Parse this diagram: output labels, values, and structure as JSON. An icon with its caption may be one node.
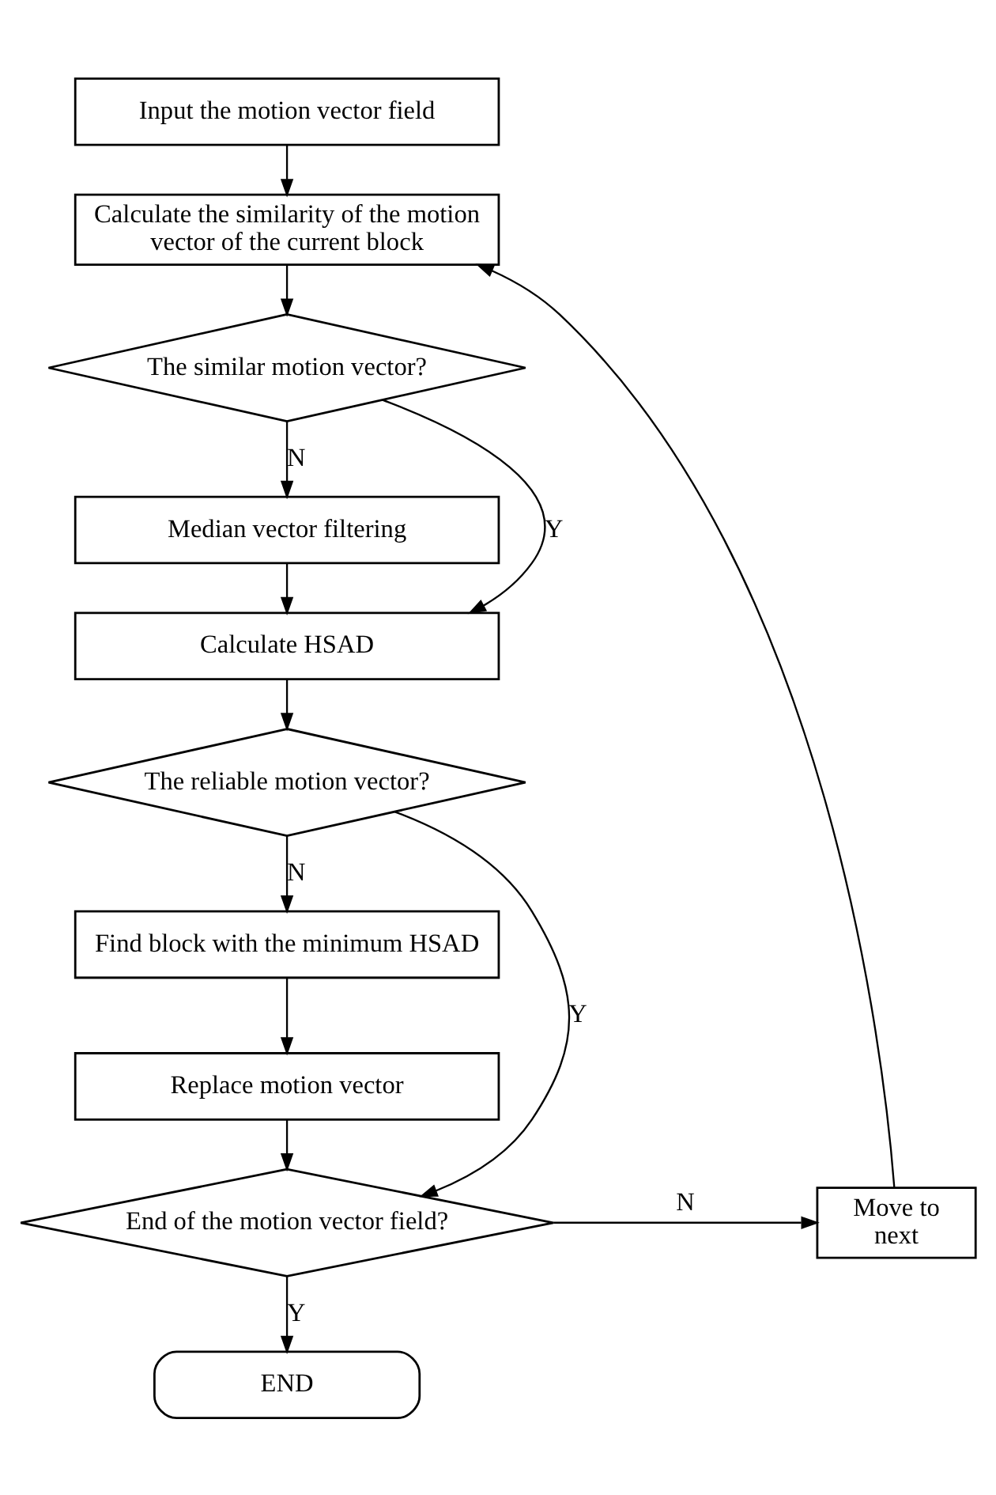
{
  "diagram": {
    "nodes": [
      {
        "text": [
          "Input the motion vector field"
        ]
      },
      {
        "text": [
          "Calculate the similarity of the motion vector of the current block"
        ]
      },
      {
        "text": [
          "The similar motion vector?"
        ]
      },
      {
        "text": [
          "Median vector filtering"
        ]
      },
      {
        "text": [
          "Calculate HSAD"
        ]
      },
      {
        "text": [
          "The reliable motion vector?"
        ]
      },
      {
        "text": [
          "Find block with the minimum HSAD"
        ]
      },
      {
        "text": [
          "Replace motion vector"
        ]
      },
      {
        "text": [
          "End of the motion vector field?"
        ]
      },
      {
        "text": [
          "Move to next"
        ]
      },
      {
        "text": [
          "END"
        ]
      }
    ],
    "edges": [
      {
        "from": 0,
        "to": 1,
        "arrow": "to"
      },
      {
        "from": 1,
        "to": 2,
        "arrow": "to"
      },
      {
        "from": 2,
        "to": 3,
        "arrow": "to",
        "label": "N"
      },
      {
        "from": 2,
        "to": 4,
        "arrow": "to",
        "label": "Y"
      },
      {
        "from": 3,
        "to": 4,
        "arrow": "to"
      },
      {
        "from": 4,
        "to": 5,
        "arrow": "to"
      },
      {
        "from": 5,
        "to": 6,
        "arrow": "to",
        "label": "N"
      },
      {
        "from": 5,
        "to": 8,
        "arrow": "to",
        "label": "Y"
      },
      {
        "from": 6,
        "to": 7,
        "arrow": "to"
      },
      {
        "from": 7,
        "to": 8,
        "arrow": "to"
      },
      {
        "from": 8,
        "to": 9,
        "arrow": "to",
        "label": "N"
      },
      {
        "from": 9,
        "to": 1,
        "arrow": "to"
      },
      {
        "from": 8,
        "to": 10,
        "arrow": "to",
        "label": "Y"
      }
    ]
  }
}
